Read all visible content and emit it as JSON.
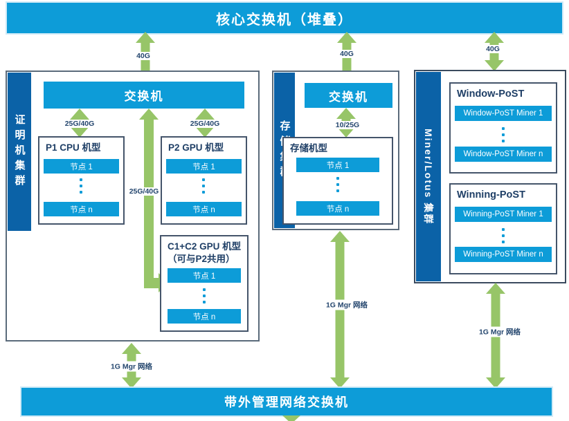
{
  "top_bar": {
    "label": "核心交换机（堆叠）"
  },
  "bottom_bar": {
    "label": "带外管理网络交换机"
  },
  "clusters": {
    "proof": {
      "sidebar": "证明机集群",
      "switch_label": "交换机",
      "p1": {
        "title": "P1 CPU 机型",
        "node1": "节点 1",
        "noden": "节点 n"
      },
      "p2": {
        "title": "P2 GPU 机型",
        "node1": "节点 1",
        "noden": "节点 n"
      },
      "c1c2": {
        "title_line1": "C1+C2 GPU 机型",
        "title_line2": "（可与P2共用）",
        "node1": "节点 1",
        "noden": "节点 n"
      }
    },
    "storage": {
      "sidebar": "存储集群",
      "switch_label": "交换机",
      "box": {
        "title": "存储机型",
        "node1": "节点 1",
        "noden": "节点 n"
      }
    },
    "miner": {
      "sidebar": "Miner/Lotus 集群",
      "window": {
        "title": "Window-PoST",
        "miner1": "Window-PoST Miner 1",
        "minern": "Window-PoST Miner n"
      },
      "winning": {
        "title": "Winning-PoST",
        "miner1": "Winning-PoST Miner 1",
        "minern": "Winning-PoST Miner n"
      }
    }
  },
  "links": {
    "core_proof": "40G",
    "core_storage": "40G",
    "core_miner": "40G",
    "proof_p1": "25G/40G",
    "proof_p2": "25G/40G",
    "proof_c1c2": "25G/40G",
    "storage_box": "10/25G",
    "mgmt_proof": "1G Mgr 网络",
    "mgmt_storage": "1G Mgr 网络",
    "mgmt_miner": "1G Mgr 网络"
  },
  "colors": {
    "bar_blue": "#0d9cd8",
    "sidebar_blue": "#0b62a7",
    "arrow_green": "#97c568",
    "label_navy": "#24466e"
  }
}
